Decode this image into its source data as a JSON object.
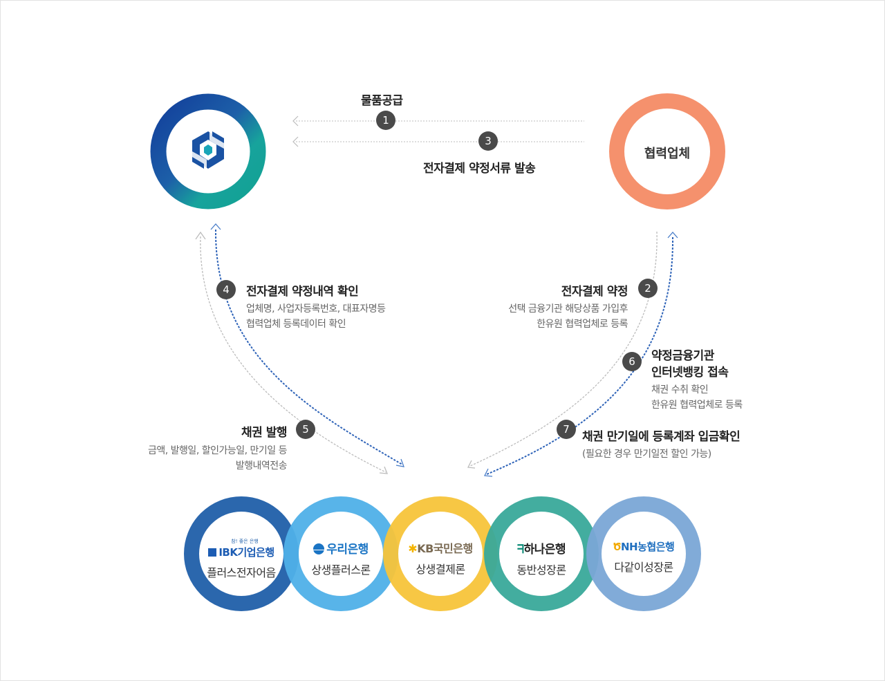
{
  "flows": {
    "f1": {
      "num": "1",
      "title": "물품공급"
    },
    "f3": {
      "num": "3",
      "title": "전자결제 약정서류 발송"
    },
    "f4": {
      "num": "4",
      "title": "전자결제 약정내역 확인",
      "desc1": "업체명, 사업자등록번호, 대표자명등",
      "desc2": "협력업체 등록데이터 확인"
    },
    "f2": {
      "num": "2",
      "title": "전자결제 약정",
      "desc1": "선택 금융기관 해당상품 가입후",
      "desc2": "한유원 협력업체로 등록"
    },
    "f6": {
      "num": "6",
      "title1": "약정금융기관",
      "title2": "인터넷뱅킹 접속",
      "desc1": "채권 수취 확인",
      "desc2": "한유원 협력업체로 등록"
    },
    "f5": {
      "num": "5",
      "title": "채권 발행",
      "desc1": "금액, 발행일, 할인가능일, 만기일  등",
      "desc2": "발행내역전송"
    },
    "f7": {
      "num": "7",
      "title": "채권 만기일에 등록계좌 입금확인",
      "desc1": "(필요한 경우 만기일전 할인 가능)"
    }
  },
  "partner": {
    "label": "협력업체"
  },
  "banks": [
    {
      "logo": "IBK기업은행",
      "logo_small": "참! 좋은 은행",
      "product": "플러스전자어음",
      "ring": "#2b67ad"
    },
    {
      "logo": "우리은행",
      "product": "상생플러스론",
      "ring": "#4fb0e8"
    },
    {
      "logo": "KB국민은행",
      "product": "상생결제론",
      "ring": "#f7c43a"
    },
    {
      "logo": "하나은행",
      "product": "동반성장론",
      "ring": "#39a99a"
    },
    {
      "logo": "NH농협은행",
      "product": "다같이성장론",
      "ring": "#7aa6d6"
    }
  ],
  "colors": {
    "main_ring_a": "#1a3e9a",
    "main_ring_b": "#19a39a",
    "partner_ring": "#f5916d",
    "badge": "#4a4a4a",
    "arrow_blue": "#2e63b8",
    "arrow_gray": "#bbbbbb"
  }
}
